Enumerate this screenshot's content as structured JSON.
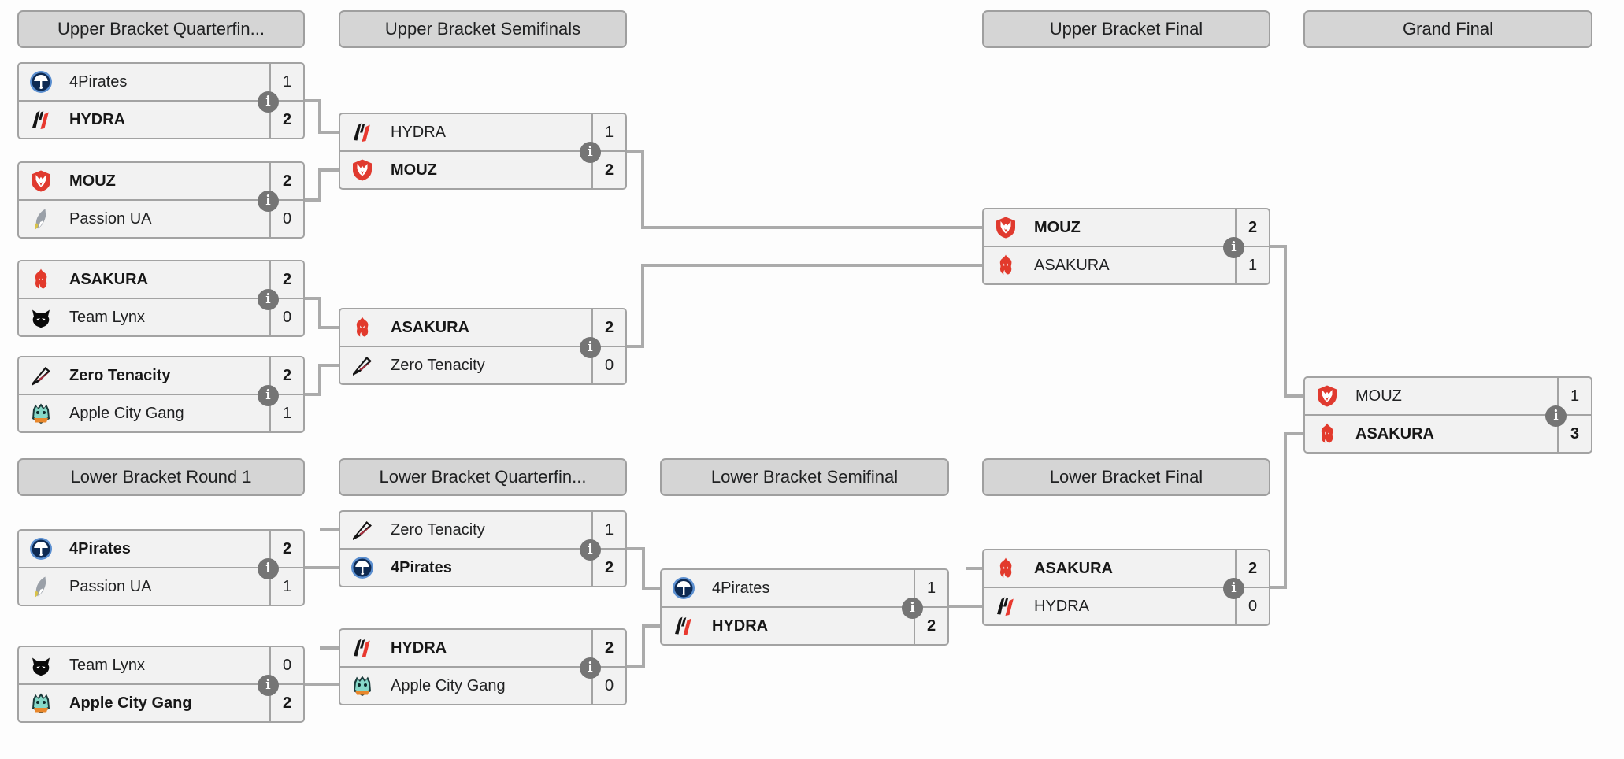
{
  "ui": {
    "info_icon_glyph": "i"
  },
  "colors": {
    "page_bg": "#fdfdfd",
    "header_bg": "#d5d5d5",
    "box_bg": "#f2f2f2",
    "border": "#a3a3a3",
    "connector_line": "#ababab",
    "info_icon_bg": "#757575",
    "text": "#202122",
    "mouz_red": "#e03a2f",
    "asakura_red": "#e23a2c"
  },
  "headers": {
    "ubqf": "Upper Bracket Quarterfin...",
    "ubsf": "Upper Bracket Semifinals",
    "ubf": "Upper Bracket Final",
    "gf": "Grand Final",
    "lbr1": "Lower Bracket Round 1",
    "lbqf": "Lower Bracket Quarterfin...",
    "lbsf": "Lower Bracket Semifinal",
    "lbf": "Lower Bracket Final"
  },
  "matches": {
    "ubqf1": {
      "teams": [
        {
          "name": "4Pirates",
          "logo": "4pirates-logo",
          "score": "1",
          "winner": false
        },
        {
          "name": "HYDRA",
          "logo": "hydra-logo",
          "score": "2",
          "winner": true
        }
      ]
    },
    "ubqf2": {
      "teams": [
        {
          "name": "MOUZ",
          "logo": "mouz-logo",
          "score": "2",
          "winner": true
        },
        {
          "name": "Passion UA",
          "logo": "passion-ua-logo",
          "score": "0",
          "winner": false
        }
      ]
    },
    "ubqf3": {
      "teams": [
        {
          "name": "ASAKURA",
          "logo": "asakura-logo",
          "score": "2",
          "winner": true
        },
        {
          "name": "Team Lynx",
          "logo": "team-lynx-logo",
          "score": "0",
          "winner": false
        }
      ]
    },
    "ubqf4": {
      "teams": [
        {
          "name": "Zero Tenacity",
          "logo": "zero-tenacity-logo",
          "score": "2",
          "winner": true
        },
        {
          "name": "Apple City Gang",
          "logo": "apple-city-gang-logo",
          "score": "1",
          "winner": false
        }
      ]
    },
    "ubsf1": {
      "teams": [
        {
          "name": "HYDRA",
          "logo": "hydra-logo",
          "score": "1",
          "winner": false
        },
        {
          "name": "MOUZ",
          "logo": "mouz-logo",
          "score": "2",
          "winner": true
        }
      ]
    },
    "ubsf2": {
      "teams": [
        {
          "name": "ASAKURA",
          "logo": "asakura-logo",
          "score": "2",
          "winner": true
        },
        {
          "name": "Zero Tenacity",
          "logo": "zero-tenacity-logo",
          "score": "0",
          "winner": false
        }
      ]
    },
    "ubf": {
      "teams": [
        {
          "name": "MOUZ",
          "logo": "mouz-logo",
          "score": "2",
          "winner": true
        },
        {
          "name": "ASAKURA",
          "logo": "asakura-logo",
          "score": "1",
          "winner": false
        }
      ]
    },
    "gf": {
      "teams": [
        {
          "name": "MOUZ",
          "logo": "mouz-logo",
          "score": "1",
          "winner": false
        },
        {
          "name": "ASAKURA",
          "logo": "asakura-logo",
          "score": "3",
          "winner": true
        }
      ]
    },
    "lbr1m1": {
      "teams": [
        {
          "name": "4Pirates",
          "logo": "4pirates-logo",
          "score": "2",
          "winner": true
        },
        {
          "name": "Passion UA",
          "logo": "passion-ua-logo",
          "score": "1",
          "winner": false
        }
      ]
    },
    "lbr1m2": {
      "teams": [
        {
          "name": "Team Lynx",
          "logo": "team-lynx-logo",
          "score": "0",
          "winner": false
        },
        {
          "name": "Apple City Gang",
          "logo": "apple-city-gang-logo",
          "score": "2",
          "winner": true
        }
      ]
    },
    "lbqf1": {
      "teams": [
        {
          "name": "Zero Tenacity",
          "logo": "zero-tenacity-logo",
          "score": "1",
          "winner": false
        },
        {
          "name": "4Pirates",
          "logo": "4pirates-logo",
          "score": "2",
          "winner": true
        }
      ]
    },
    "lbqf2": {
      "teams": [
        {
          "name": "HYDRA",
          "logo": "hydra-logo",
          "score": "2",
          "winner": true
        },
        {
          "name": "Apple City Gang",
          "logo": "apple-city-gang-logo",
          "score": "0",
          "winner": false
        }
      ]
    },
    "lbsf": {
      "teams": [
        {
          "name": "4Pirates",
          "logo": "4pirates-logo",
          "score": "1",
          "winner": false
        },
        {
          "name": "HYDRA",
          "logo": "hydra-logo",
          "score": "2",
          "winner": true
        }
      ]
    },
    "lbf": {
      "teams": [
        {
          "name": "ASAKURA",
          "logo": "asakura-logo",
          "score": "2",
          "winner": true
        },
        {
          "name": "HYDRA",
          "logo": "hydra-logo",
          "score": "0",
          "winner": false
        }
      ]
    }
  }
}
